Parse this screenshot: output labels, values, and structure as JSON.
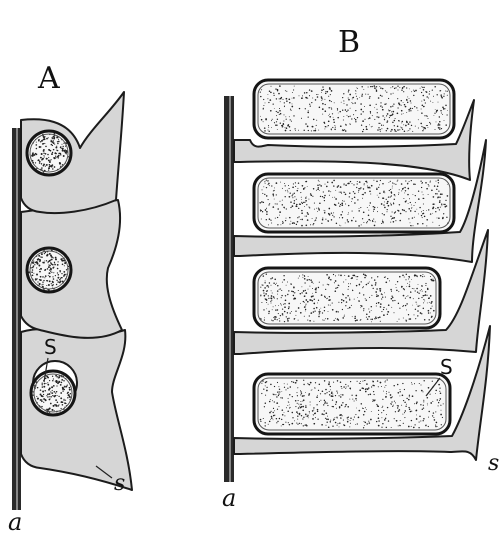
{
  "figure": {
    "panels": [
      {
        "id": "A",
        "label": "A",
        "axis_label": "a",
        "cell_label": "S",
        "sheath_label": "s",
        "cell_shape": "round",
        "cell_count": 3
      },
      {
        "id": "B",
        "label": "B",
        "axis_label": "a",
        "cell_label": "S",
        "sheath_label": "s",
        "cell_shape": "oblong",
        "cell_count": 4
      }
    ]
  },
  "colors": {
    "ink": "#151515",
    "tissue_fill": "#d6d6d6",
    "cell_fill": "#f7f7f7",
    "stipple": "#222222",
    "background": "#ffffff"
  }
}
